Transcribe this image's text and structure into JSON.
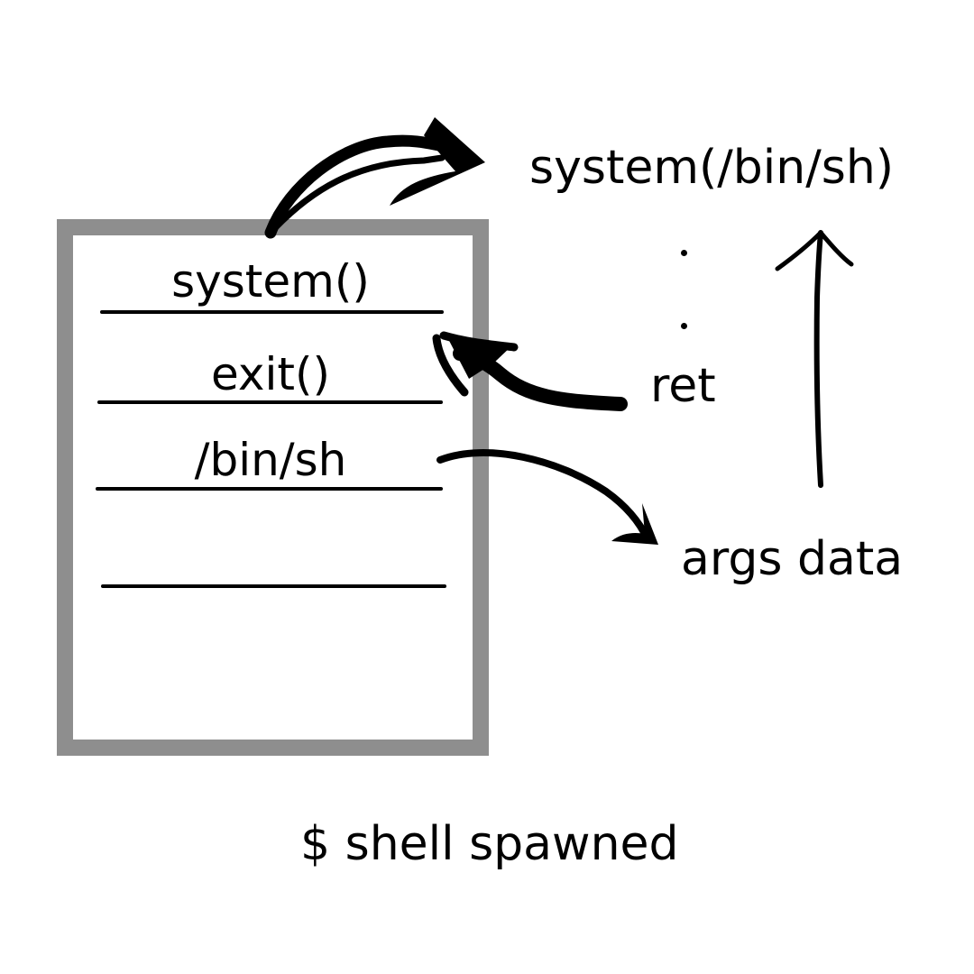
{
  "stack": {
    "slots": [
      {
        "label": "system()"
      },
      {
        "label": "exit()"
      },
      {
        "label": "/bin/sh"
      },
      {
        "label": ""
      }
    ]
  },
  "annotations": {
    "target_call": "system(/bin/sh)",
    "ret_label": "ret",
    "args_label": "args data"
  },
  "footer": {
    "status": "$ shell spawned"
  },
  "colors": {
    "frame_border": "#8e8e8e",
    "ink": "#000000",
    "background": "#ffffff"
  }
}
